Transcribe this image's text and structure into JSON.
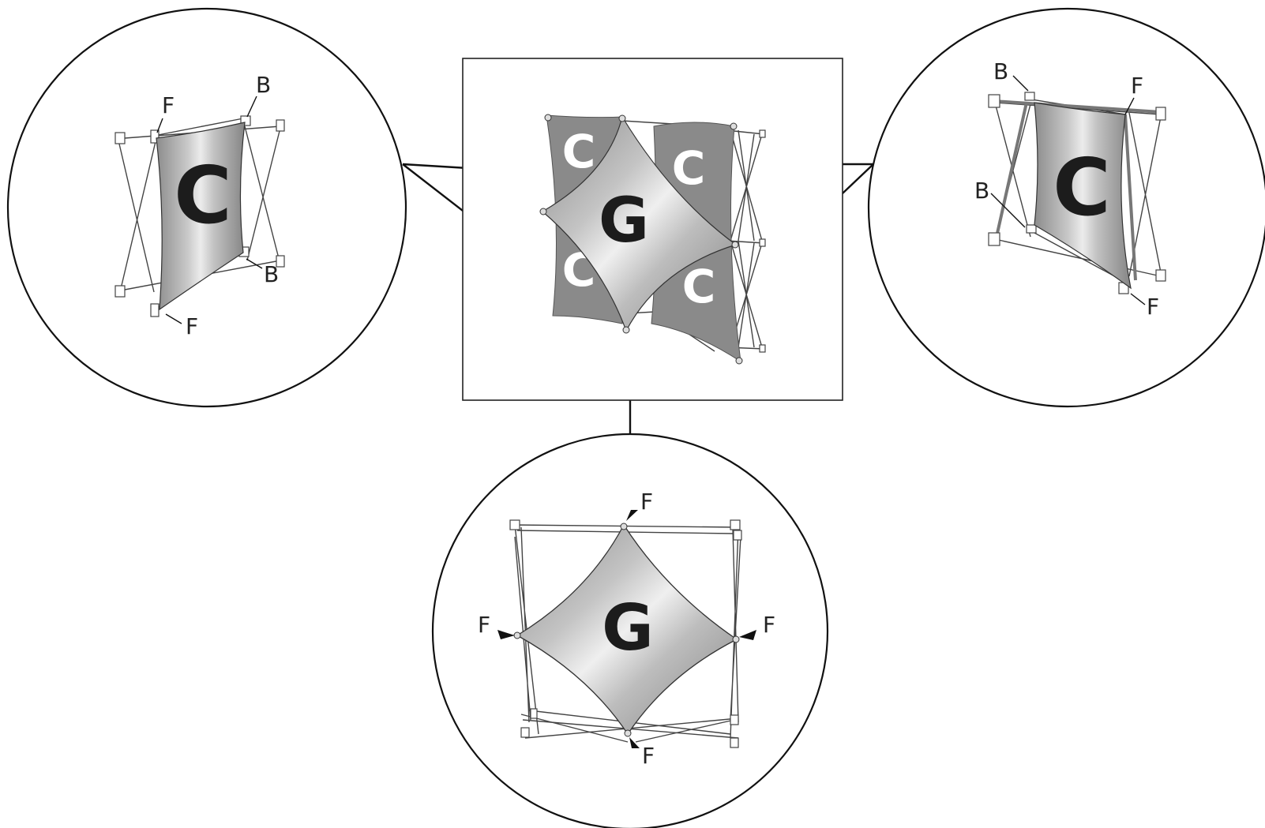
{
  "diagram": {
    "labels": {
      "front": "F",
      "back": "B",
      "panel_c": "C",
      "panel_g": "G"
    },
    "colors": {
      "line": "#111111",
      "fabric_dark": "#8a8a8a",
      "fabric_light": "#d8d8d8",
      "letter": "#1c1c1c"
    }
  }
}
